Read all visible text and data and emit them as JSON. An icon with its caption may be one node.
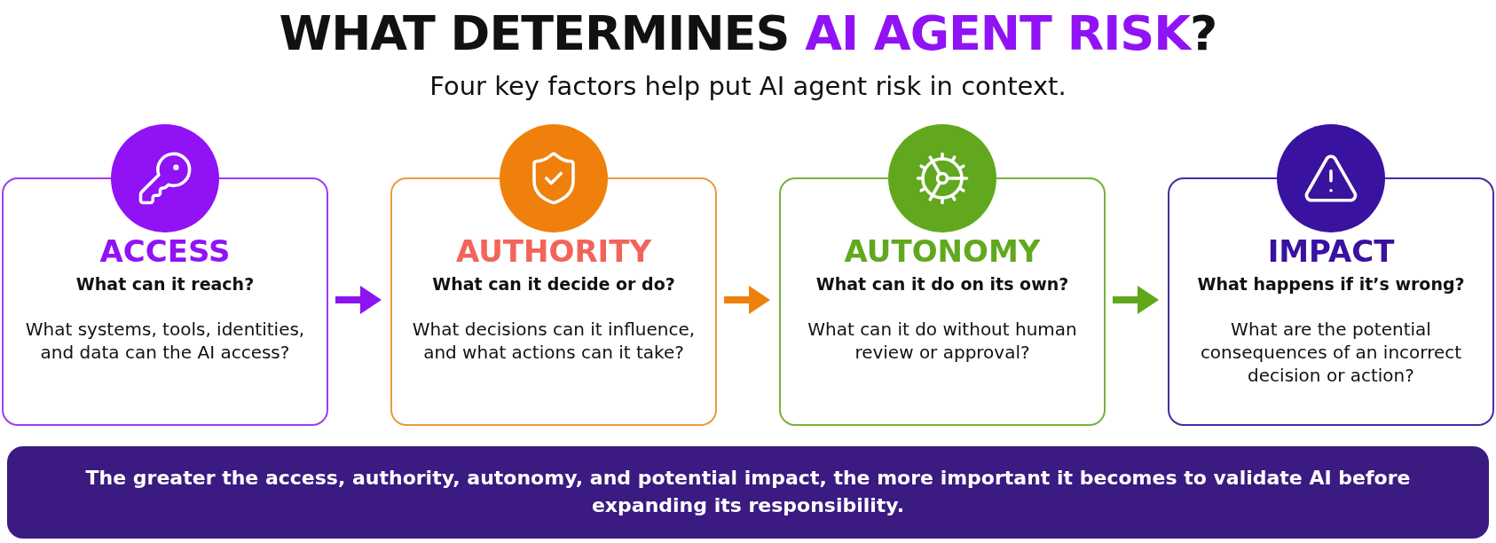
{
  "diagram": {
    "title": "WHAT DETERMINES **AI AGENT RISK**?",
    "caption": "Four key factors help put AI agent risk in context.",
    "nodes": [
      {
        "text": [
          "ACCESS",
          "What can it reach?",
          "What systems, tools, identities, and data can the AI access?"
        ]
      },
      {
        "text": [
          "AUTHORITY",
          "What can it decide or do?",
          "What decisions can it influence, and what actions can it take?"
        ]
      },
      {
        "text": [
          "AUTONOMY",
          "What can it do on its own?",
          "What can it do without human review or approval?"
        ]
      },
      {
        "text": [
          "IMPACT",
          "What happens if it’s wrong?",
          "What are the potential consequences of an incorrect decision or action?"
        ]
      },
      {
        "text": [
          "The greater the access, authority, autonomy, and potential impact, the more important it becomes to validate AI before expanding its responsibility."
        ]
      }
    ],
    "edges": [
      {
        "from": 0,
        "to": 1,
        "arrow": "to",
        "color": "#8b14f0"
      },
      {
        "from": 1,
        "to": 2,
        "arrow": "to",
        "color": "#f0800c"
      },
      {
        "from": 2,
        "to": 3,
        "arrow": "to",
        "color": "#5fa81c"
      }
    ]
  }
}
